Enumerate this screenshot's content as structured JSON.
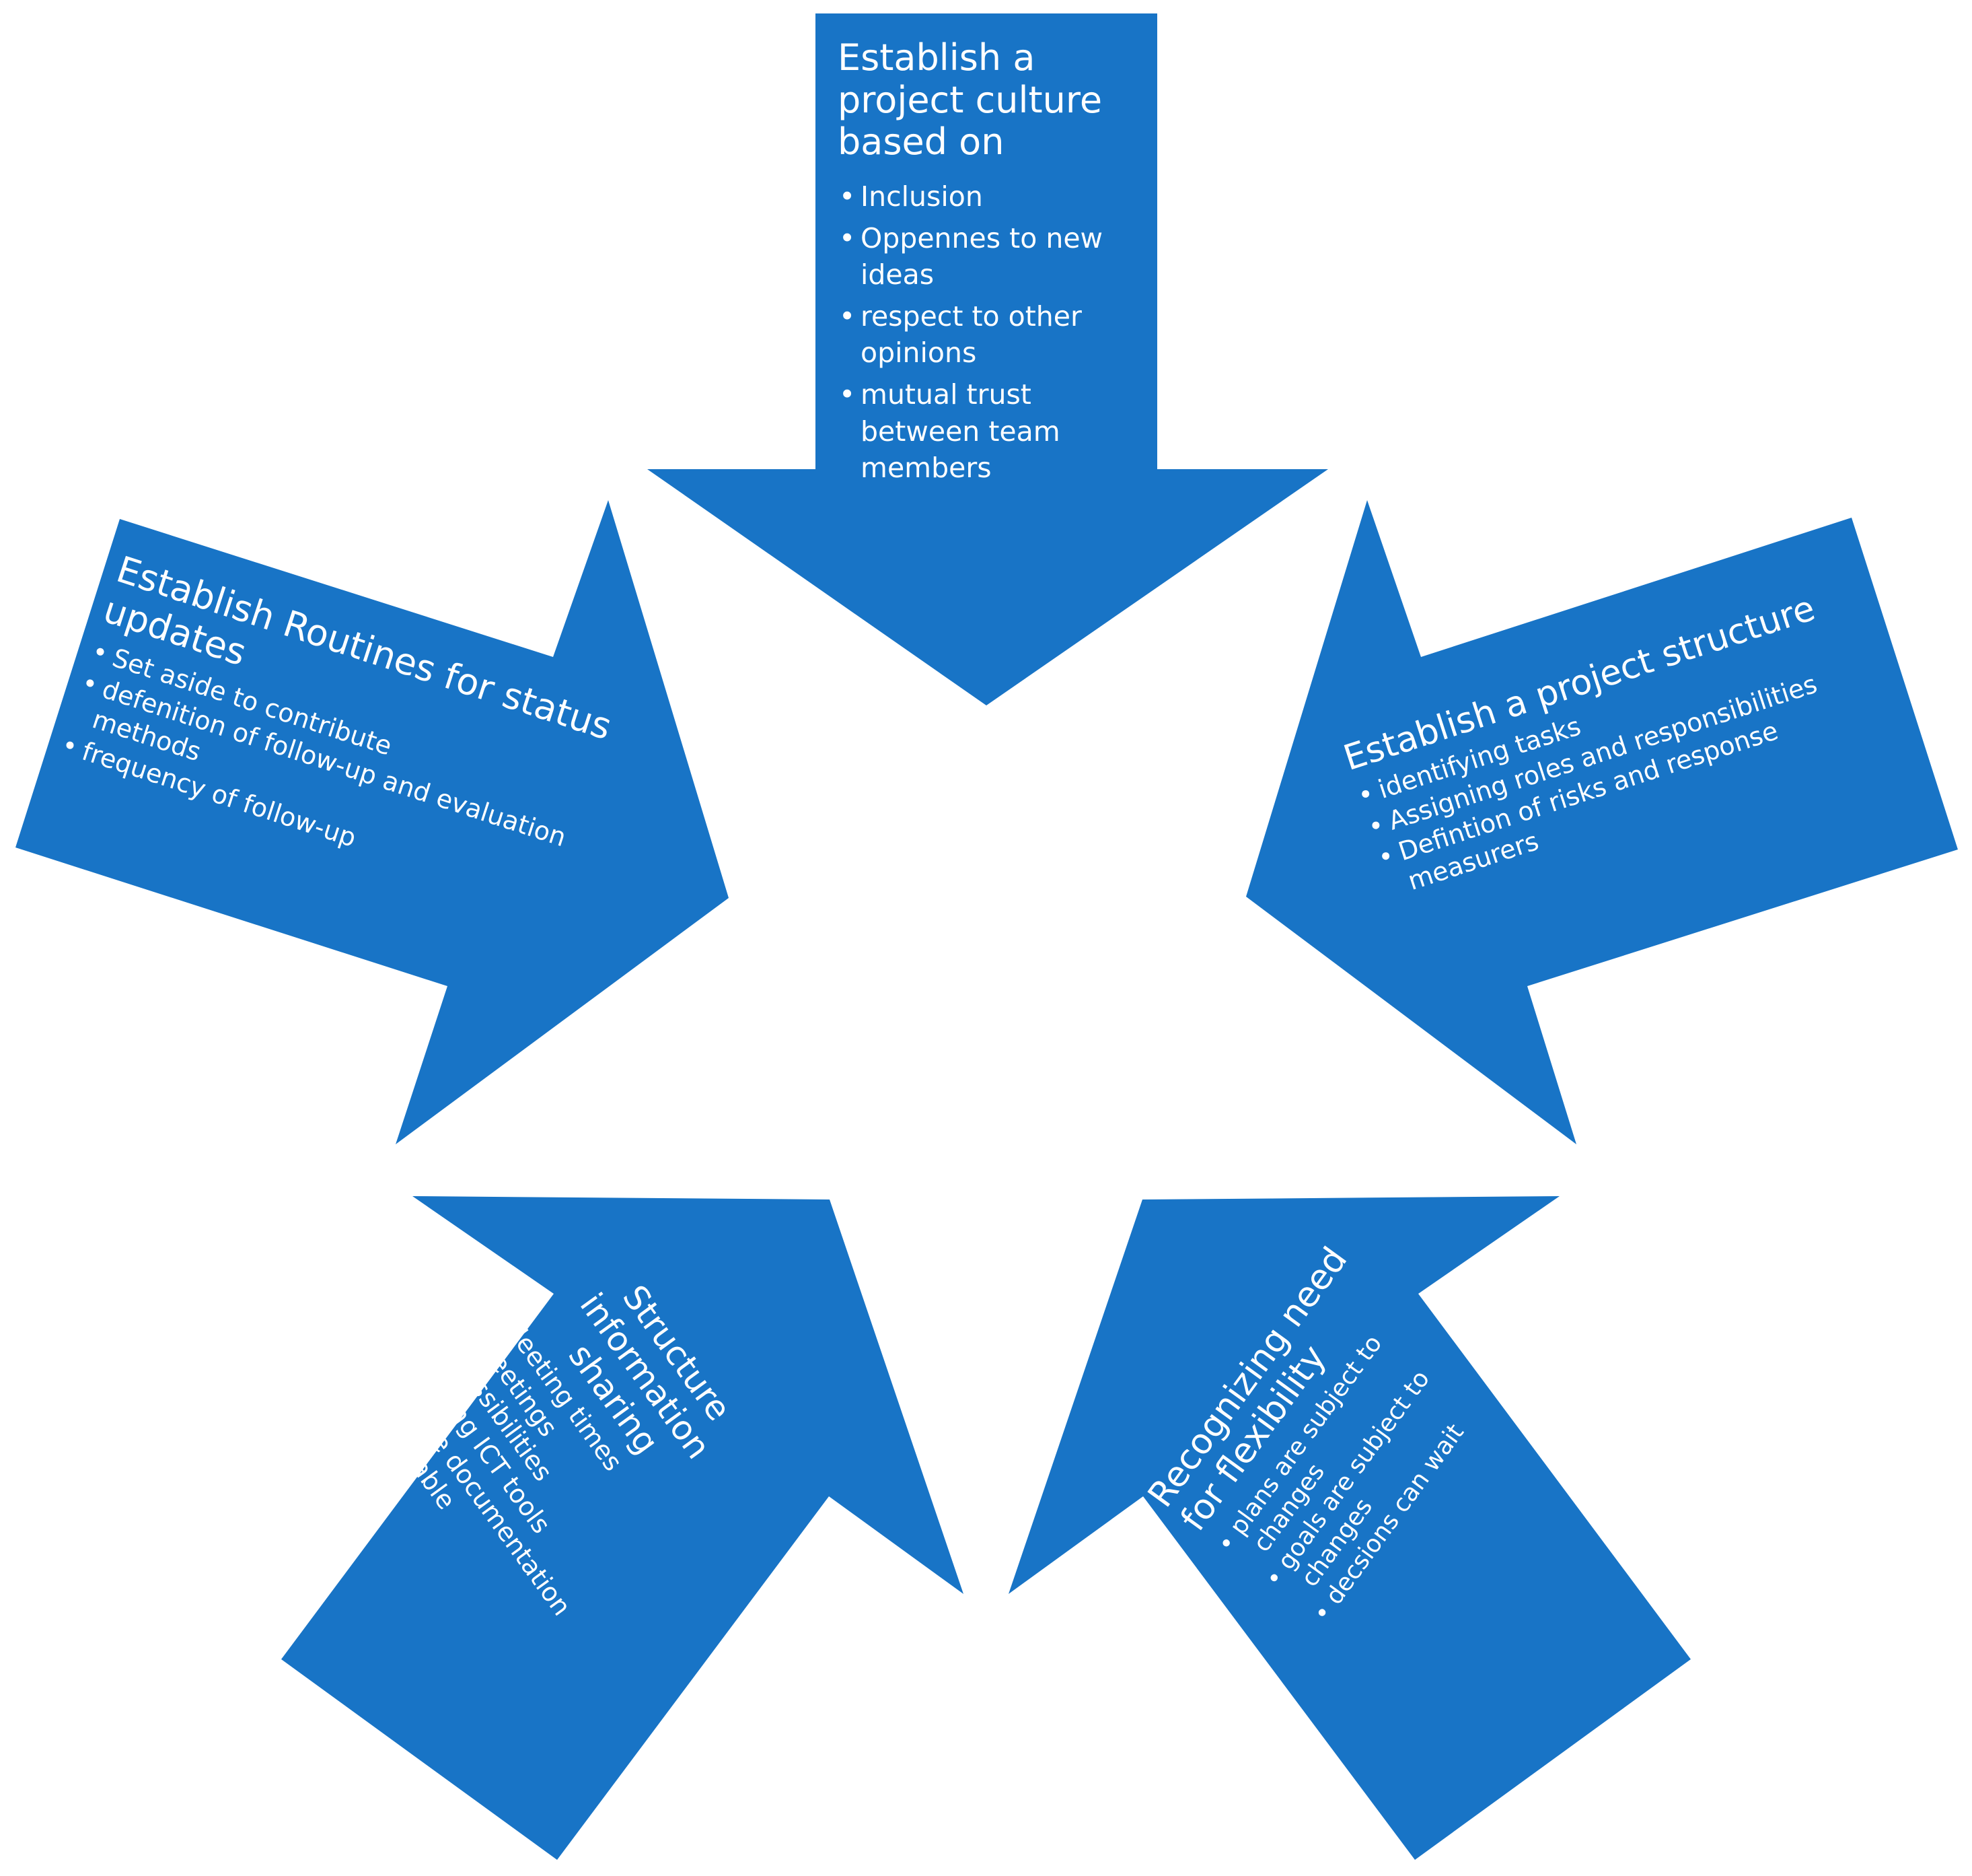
{
  "colors": {
    "arrow_fill": "#1874c6",
    "text": "#ffffff",
    "background": "#ffffff"
  },
  "arrows": [
    {
      "title": "Establish a project culture based on",
      "items": [
        "Inclusion",
        "Oppennes to new ideas",
        "respect to other opinions",
        "mutual trust between team members"
      ]
    },
    {
      "title": "Establish a project structure",
      "items": [
        "identifying tasks",
        "Assigning roles and responsibilities",
        "Defintion of risks and response measurers"
      ]
    },
    {
      "title": "Recognizing need for flexibility",
      "items": [
        "plans are subject to changes",
        "goals are subject to changes",
        "decsions can wait"
      ]
    },
    {
      "title": "Structure information sharing",
      "items": [
        "Meeting times",
        "Meetings possibilities",
        "Using ICT tools",
        "Make documentation avaliable"
      ]
    },
    {
      "title": "Establish Routines for status updates",
      "items": [
        "Set aside to contribute",
        "defenition of follow-up and evaluation methods",
        "frequency of follow-up"
      ]
    }
  ]
}
